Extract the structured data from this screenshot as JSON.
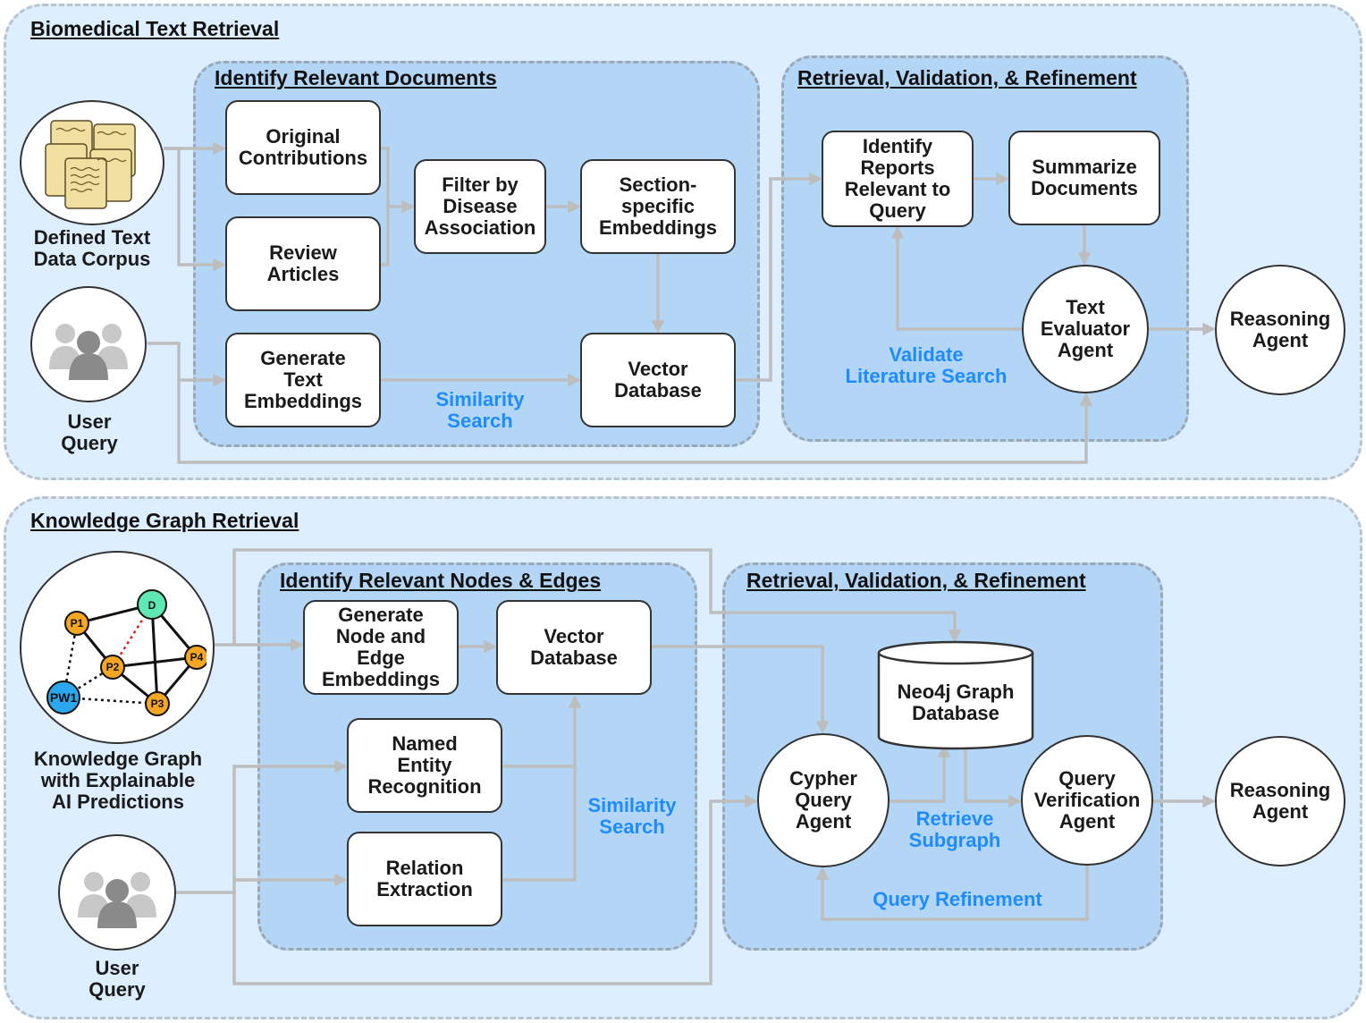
{
  "top": {
    "title": "Biomedical Text Retrieval",
    "sub1_title": "Identify Relevant Documents",
    "sub2_title": "Retrieval, Validation, & Refinement",
    "corpus_label": "Defined Text\nData Corpus",
    "user_query_label": "User\nQuery",
    "boxes": {
      "original": "Original\nContributions",
      "review": "Review\nArticles",
      "generate": "Generate\nText\nEmbeddings",
      "filter": "Filter by\nDisease\nAssociation",
      "section": "Section-\nspecific\nEmbeddings",
      "vector": "Vector\nDatabase",
      "identify": "Identify\nReports\nRelevant to\nQuery",
      "summarize": "Summarize\nDocuments"
    },
    "text_evaluator": "Text\nEvaluator\nAgent",
    "reasoning": "Reasoning\nAgent",
    "similarity": "Similarity\nSearch",
    "validate": "Validate\nLiterature Search"
  },
  "bottom": {
    "title": "Knowledge Graph Retrieval",
    "sub1_title": "Identify Relevant Nodes & Edges",
    "sub2_title": "Retrieval, Validation, & Refinement",
    "kg_label": "Knowledge Graph\nwith Explainable\nAI Predictions",
    "user_query_label": "User\nQuery",
    "graph_nodes": [
      "D",
      "P1",
      "P2",
      "P4",
      "PW1",
      "P3"
    ],
    "boxes": {
      "generate": "Generate\nNode and\nEdge\nEmbeddings",
      "vector": "Vector\nDatabase",
      "ner": "Named\nEntity\nRecognition",
      "relation": "Relation\nExtraction"
    },
    "neo4j": "Neo4j Graph\nDatabase",
    "cypher": "Cypher\nQuery\nAgent",
    "verify": "Query\nVerification\nAgent",
    "reasoning": "Reasoning\nAgent",
    "similarity": "Similarity\nSearch",
    "retrieve": "Retrieve\nSubgraph",
    "refine": "Query Refinement"
  },
  "colors": {
    "panel_bg": "#ddeeff",
    "sub_bg": "#b3d6f7",
    "arrow": "#bdbdbd",
    "annotation_blue": "#1e8cff",
    "node_orange": "#f5a623",
    "node_green": "#5de8b4",
    "node_blue": "#2aa7ee"
  }
}
